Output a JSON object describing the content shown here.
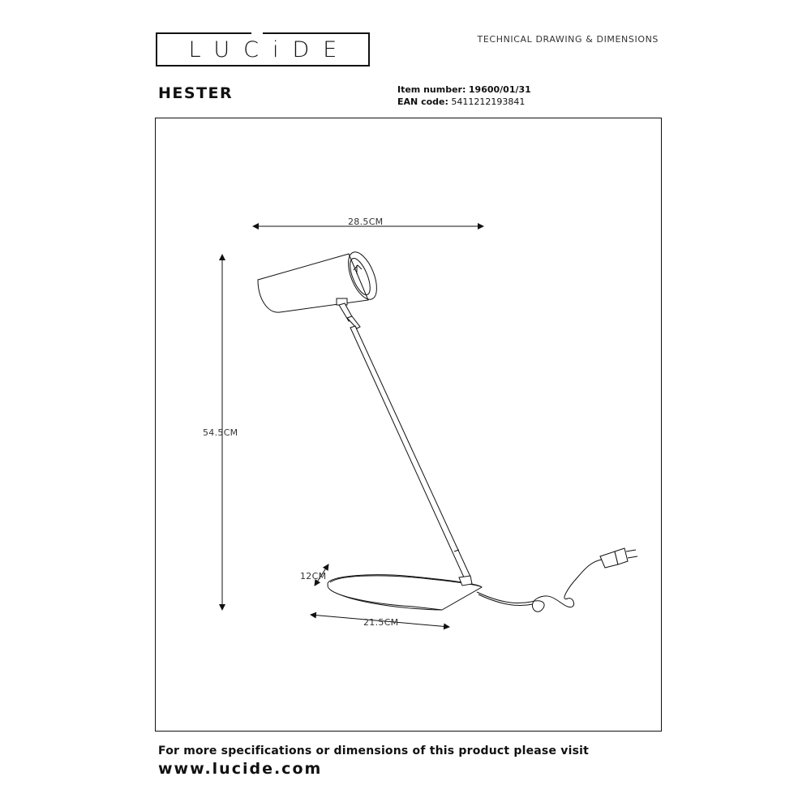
{
  "header": {
    "logo_text": "LUCiDE",
    "caption": "TECHNICAL DRAWING & DIMENSIONS"
  },
  "product": {
    "name": "HESTER",
    "item_label": "Item number:",
    "item_value": "19600/01/31",
    "ean_label": "EAN code:",
    "ean_value": "5411212193841"
  },
  "dimensions": {
    "width": "28.5CM",
    "height": "54.5CM",
    "base_depth": "12CM",
    "base_width": "21.5CM"
  },
  "footer": {
    "text": "For more specifications or dimensions of this product please visit",
    "link": "www.lucide.com"
  }
}
